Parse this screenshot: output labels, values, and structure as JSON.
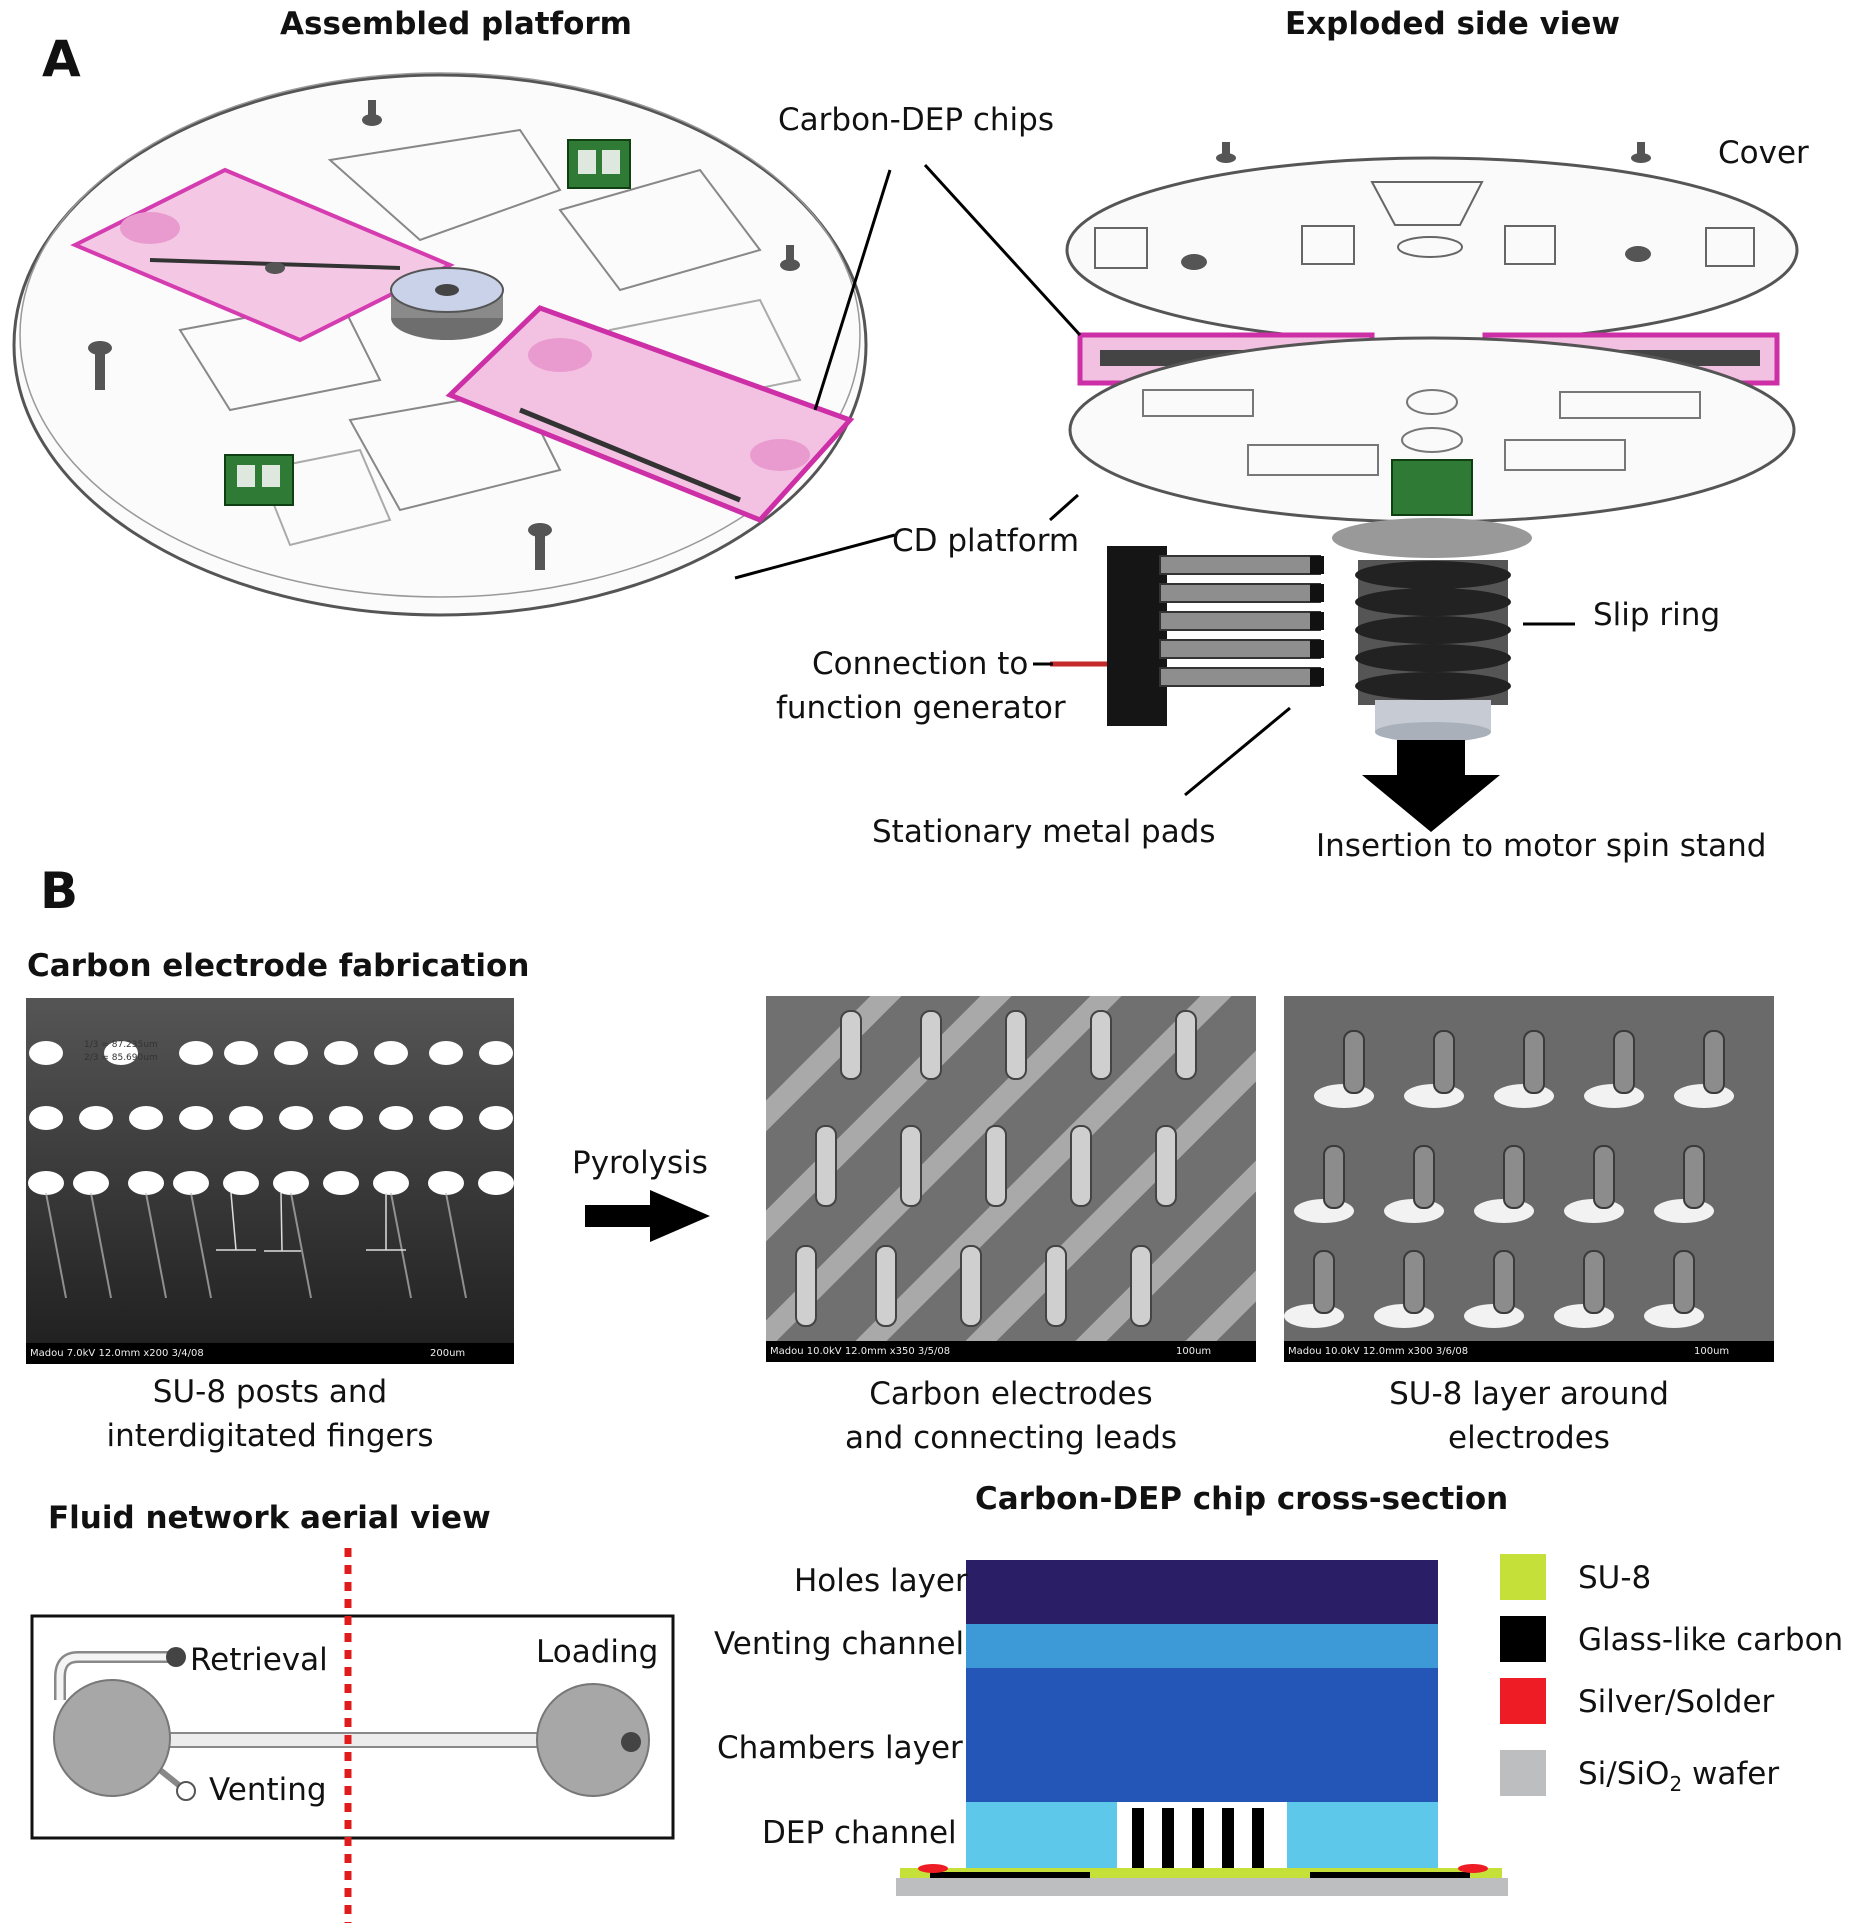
{
  "panel_a": {
    "letter": "A",
    "assembled_title": "Assembled platform",
    "exploded_title": "Exploded side view",
    "labels": {
      "carbon_dep_chips": "Carbon-DEP chips",
      "cover": "Cover",
      "cd_platform": "CD platform",
      "slip_ring": "Slip ring",
      "connection_line1": "Connection to",
      "connection_line2": "function generator",
      "stationary_pads": "Stationary metal pads",
      "insertion": "Insertion to motor spin stand"
    }
  },
  "panel_b": {
    "letter": "B",
    "fabrication_title": "Carbon electrode fabrication",
    "pyrolysis": "Pyrolysis",
    "sem_images": [
      {
        "caption_line1": "SU-8 posts and",
        "caption_line2": "interdigitated fingers",
        "info": "Madou 7.0kV 12.0mm x200 3/4/08",
        "scale": "200um",
        "measure1": "1/3 = 87.235um",
        "measure2": "2/3 = 85.690um"
      },
      {
        "caption_line1": "Carbon electrodes",
        "caption_line2": "and connecting leads",
        "info": "Madou 10.0kV 12.0mm x350 3/5/08",
        "scale": "100um"
      },
      {
        "caption_line1": "SU-8 layer around",
        "caption_line2": "electrodes",
        "info": "Madou 10.0kV 12.0mm x300 3/6/08",
        "scale": "100um"
      }
    ],
    "fluid_title": "Fluid network aerial view",
    "fluid_labels": {
      "retrieval": "Retrieval",
      "loading": "Loading",
      "venting": "Venting"
    },
    "cross_title": "Carbon-DEP chip cross-section",
    "cross_layers": [
      "Holes layer",
      "Venting channel",
      "Chambers layer",
      "DEP channel"
    ],
    "layer_colors": {
      "holes": "#2a1f66",
      "venting": "#3e9ad6",
      "chambers": "#2456b8",
      "dep": "#5ec8ea"
    },
    "legend": [
      {
        "label": "SU-8",
        "color": "#c6e03a"
      },
      {
        "label": "Glass-like carbon",
        "color": "#000000"
      },
      {
        "label": "Silver/Solder",
        "color": "#ee1c24"
      },
      {
        "label_main": "Si/SiO",
        "label_sub": "2",
        "label_tail": " wafer",
        "color": "#bcbec0"
      }
    ]
  }
}
